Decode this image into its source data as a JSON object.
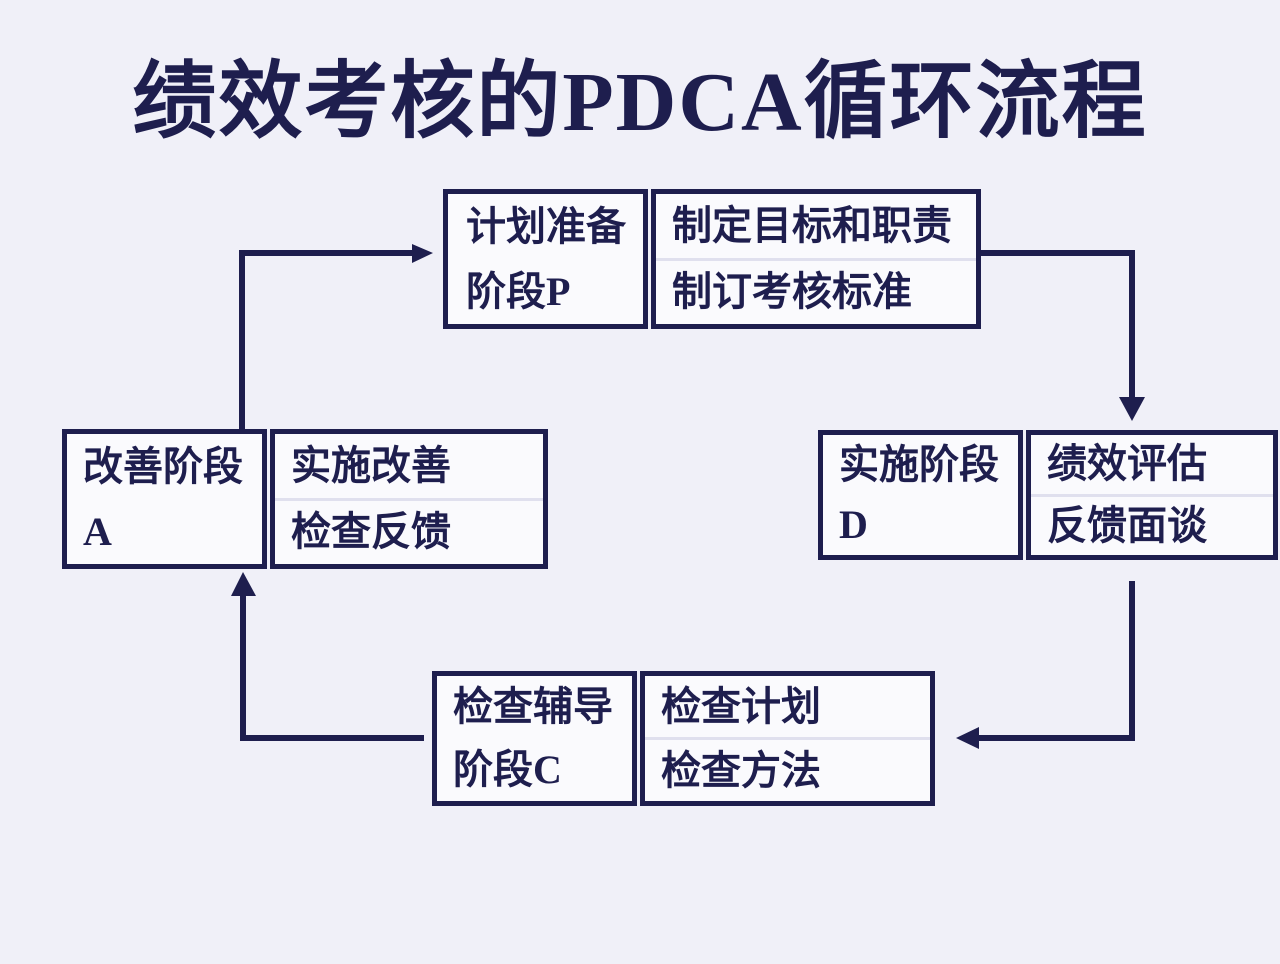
{
  "title": "绩效考核的PDCA循环流程",
  "diagram": {
    "nodes": {
      "plan": {
        "stage": [
          "计划准备",
          "阶段P"
        ],
        "details": [
          "制定目标和职责",
          "制订考核标准"
        ]
      },
      "do": {
        "stage": [
          "实施阶段",
          "D"
        ],
        "details": [
          "绩效评估",
          "反馈面谈"
        ]
      },
      "check": {
        "stage": [
          "检查辅导",
          "阶段C"
        ],
        "details": [
          "检查计划",
          "检查方法"
        ]
      },
      "act": {
        "stage": [
          "改善阶段",
          "A"
        ],
        "details": [
          "实施改善",
          "检查反馈"
        ]
      }
    },
    "flow": [
      "act→plan",
      "plan→do",
      "do→check",
      "check→act"
    ]
  },
  "colors": {
    "ink": "#1e1e4e",
    "page_background": "#f0f0f8",
    "cell_background": "#fafafd",
    "row_divider": "#e0e0ee"
  }
}
